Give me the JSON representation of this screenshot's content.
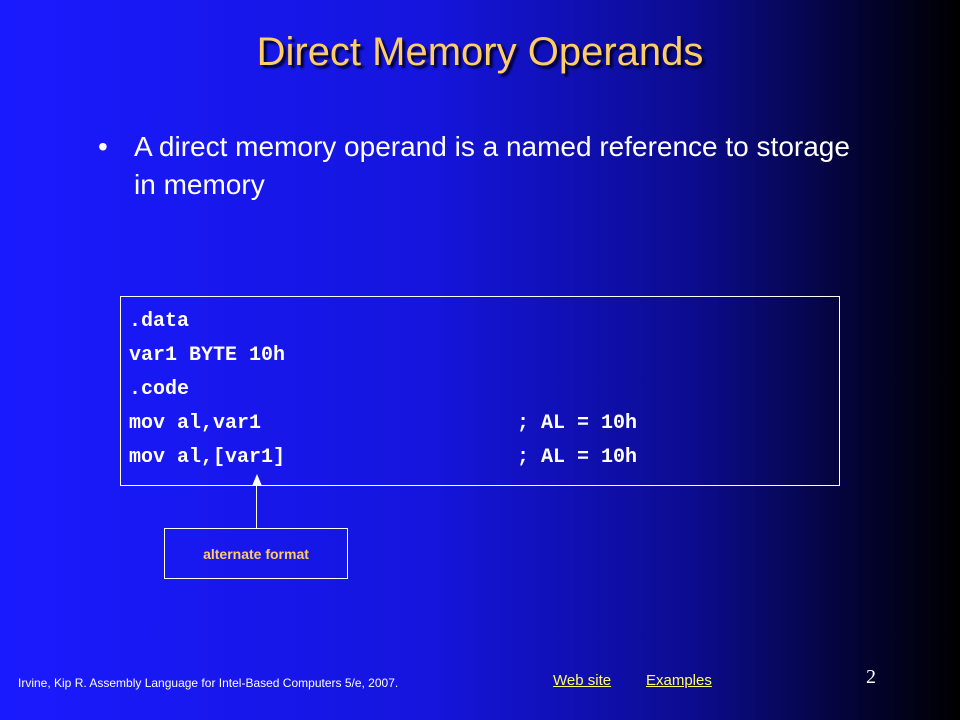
{
  "slide": {
    "title": "Direct Memory Operands",
    "bullet": {
      "marker": "•",
      "text": "A direct memory operand is a named reference to storage in memory"
    },
    "code": {
      "lines": [
        {
          "instr": ".data",
          "comment": ""
        },
        {
          "instr": "var1 BYTE 10h",
          "comment": ""
        },
        {
          "instr": ".code",
          "comment": ""
        },
        {
          "instr": "mov al,var1",
          "comment": "; AL = 10h"
        },
        {
          "instr": "mov al,[var1]",
          "comment": "; AL = 10h"
        }
      ]
    },
    "callout": "alternate format",
    "footer": {
      "citation": "Irvine, Kip R. Assembly Language for Intel-Based Computers 5/e, 2007.",
      "links": [
        "Web site",
        "Examples"
      ],
      "page_number": "2"
    },
    "colors": {
      "title": "#ffcc66",
      "body_text": "#ffffff",
      "link": "#ffff66",
      "background_left": "#1a1aff",
      "background_right": "#000000"
    }
  }
}
